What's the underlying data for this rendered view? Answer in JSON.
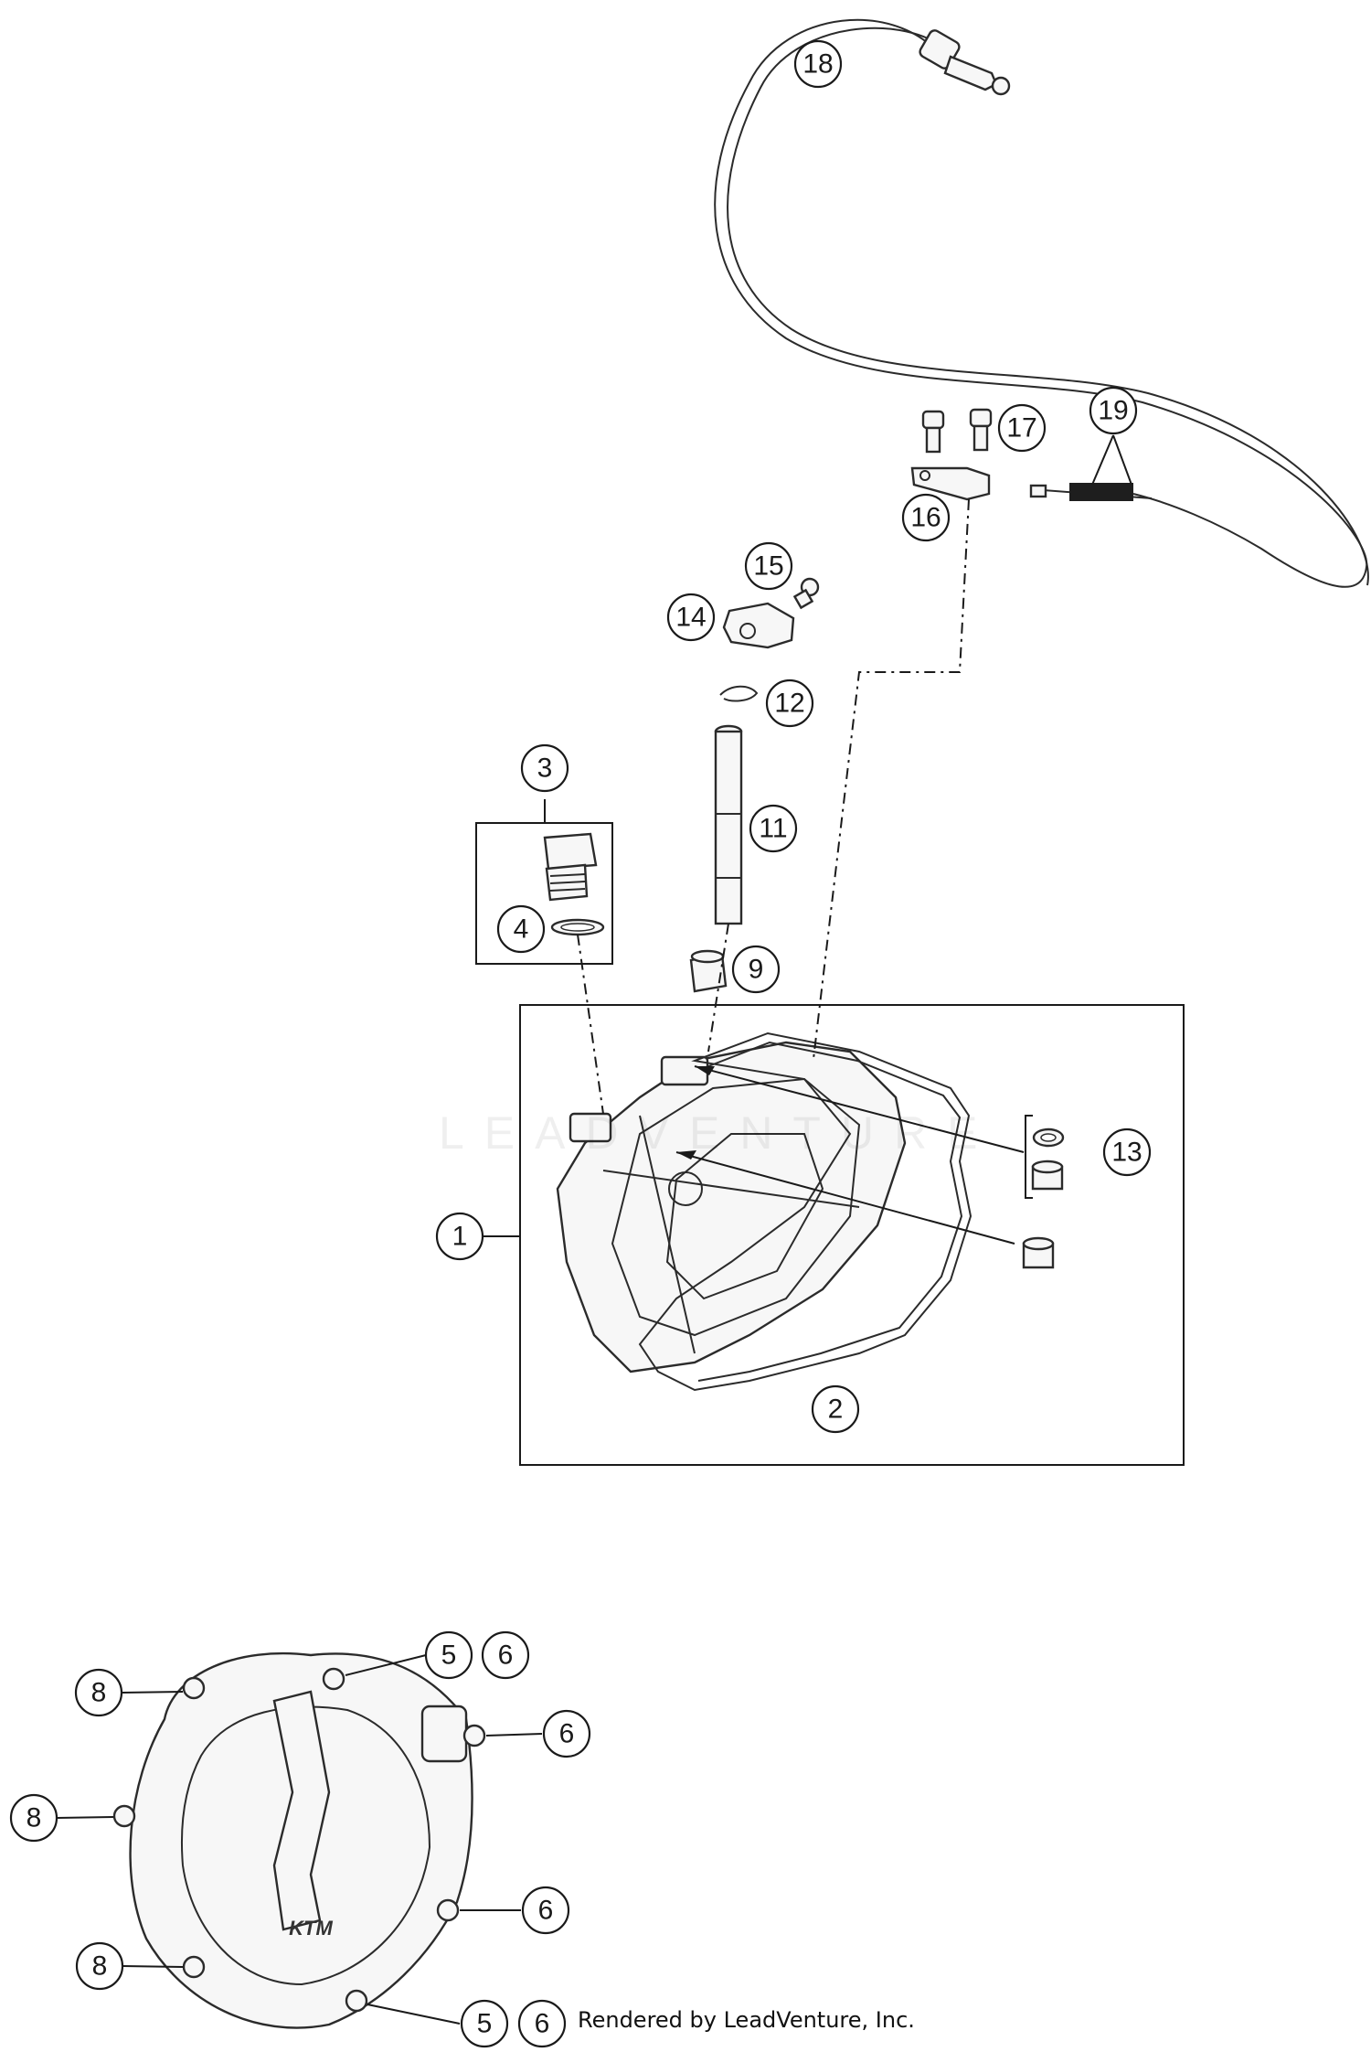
{
  "callouts": [
    {
      "id": "c1",
      "label": "1"
    },
    {
      "id": "c2",
      "label": "2"
    },
    {
      "id": "c3",
      "label": "3"
    },
    {
      "id": "c4",
      "label": "4"
    },
    {
      "id": "c5a",
      "label": "5"
    },
    {
      "id": "c6a",
      "label": "6"
    },
    {
      "id": "c6b",
      "label": "6"
    },
    {
      "id": "c6c",
      "label": "6"
    },
    {
      "id": "c5b",
      "label": "5"
    },
    {
      "id": "c6d",
      "label": "6"
    },
    {
      "id": "c8a",
      "label": "8"
    },
    {
      "id": "c8b",
      "label": "8"
    },
    {
      "id": "c8c",
      "label": "8"
    },
    {
      "id": "c9",
      "label": "9"
    },
    {
      "id": "c11",
      "label": "11"
    },
    {
      "id": "c12",
      "label": "12"
    },
    {
      "id": "c13",
      "label": "13"
    },
    {
      "id": "c14",
      "label": "14"
    },
    {
      "id": "c15",
      "label": "15"
    },
    {
      "id": "c16",
      "label": "16"
    },
    {
      "id": "c17",
      "label": "17"
    },
    {
      "id": "c18",
      "label": "18"
    },
    {
      "id": "c19",
      "label": "19"
    }
  ],
  "watermark": "LEADVENTURE",
  "credit": "Rendered by LeadVenture, Inc.",
  "logo_text": "KTM"
}
